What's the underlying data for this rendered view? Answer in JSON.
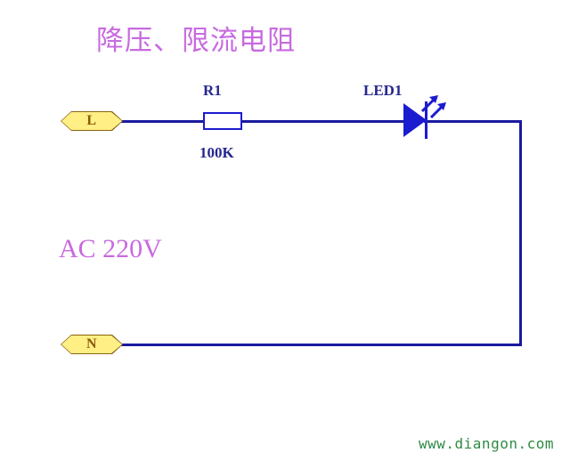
{
  "diagram": {
    "title": "降压、限流电阻",
    "title_color": "#c86ae0",
    "background_color": "#ffffff",
    "wire_color": "#1a1a9e",
    "supply_label": "AC 220V",
    "supply_label_color": "#c86ae0"
  },
  "terminals": {
    "line": {
      "label": "L",
      "fill_color": "#ffef84",
      "border_color": "#8a6312",
      "text_color": "#8a5a0b"
    },
    "neutral": {
      "label": "N",
      "fill_color": "#ffef84",
      "border_color": "#8a6312",
      "text_color": "#8a5a0b"
    }
  },
  "components": [
    {
      "type": "resistor",
      "designator": "R1",
      "value": "100K",
      "body_color": "#ffffff",
      "outline_color": "#1b1bd0",
      "label_color": "#26268f"
    },
    {
      "type": "led",
      "designator": "LED1",
      "body_color": "#1b1bd0",
      "emission_arrows": 2,
      "label_color": "#26268f"
    }
  ],
  "watermark": {
    "text": "www.diangon.com",
    "color": "#2f8a43"
  }
}
